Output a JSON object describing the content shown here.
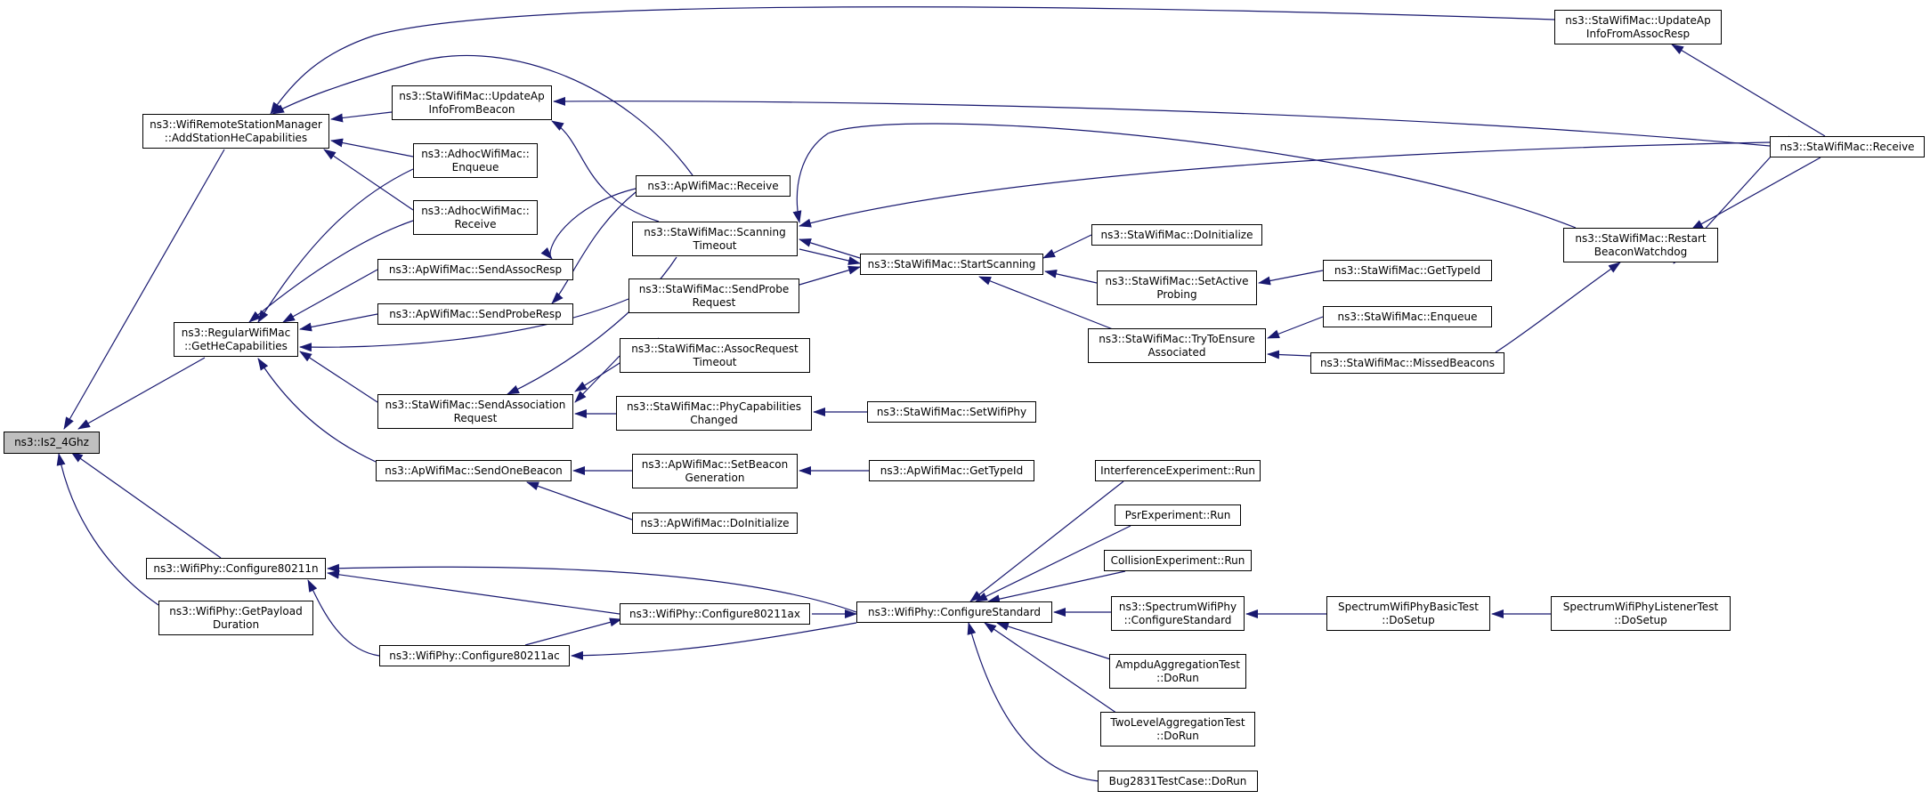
{
  "graph": {
    "colors": {
      "edge": "#191970",
      "root_fill": "#bfbfbf",
      "node_fill": "#ffffff",
      "node_border": "#000000"
    },
    "nodes": {
      "is2_4ghz": [
        "ns3::Is2_4Ghz"
      ],
      "addStationHe": [
        "ns3::WifiRemoteStationManager",
        "::AddStationHeCapabilities"
      ],
      "getHeCap": [
        "ns3::RegularWifiMac",
        "::GetHeCapabilities"
      ],
      "configure80211n": [
        "ns3::WifiPhy::Configure80211n"
      ],
      "getPayloadDuration": [
        "ns3::WifiPhy::GetPayload",
        "Duration"
      ],
      "staUpdateApBeacon": [
        "ns3::StaWifiMac::UpdateAp",
        "InfoFromBeacon"
      ],
      "adhocEnqueue": [
        "ns3::AdhocWifiMac::",
        "Enqueue"
      ],
      "adhocReceive": [
        "ns3::AdhocWifiMac::",
        "Receive"
      ],
      "apSendAssocResp": [
        "ns3::ApWifiMac::SendAssocResp"
      ],
      "apSendProbeResp": [
        "ns3::ApWifiMac::SendProbeResp"
      ],
      "staSendAssocReq": [
        "ns3::StaWifiMac::SendAssociation",
        "Request"
      ],
      "apSendOneBeacon": [
        "ns3::ApWifiMac::SendOneBeacon"
      ],
      "configure80211ac": [
        "ns3::WifiPhy::Configure80211ac"
      ],
      "apReceive": [
        "ns3::ApWifiMac::Receive"
      ],
      "staScanningTimeout": [
        "ns3::StaWifiMac::Scanning",
        "Timeout"
      ],
      "staSendProbeReq": [
        "ns3::StaWifiMac::SendProbe",
        "Request"
      ],
      "staAssocReqTimeout": [
        "ns3::StaWifiMac::AssocRequest",
        "Timeout"
      ],
      "staPhyCapChanged": [
        "ns3::StaWifiMac::PhyCapabilities",
        "Changed"
      ],
      "apSetBeaconGen": [
        "ns3::ApWifiMac::SetBeacon",
        "Generation"
      ],
      "apDoInitialize": [
        "ns3::ApWifiMac::DoInitialize"
      ],
      "configure80211ax": [
        "ns3::WifiPhy::Configure80211ax"
      ],
      "staStartScanning": [
        "ns3::StaWifiMac::StartScanning"
      ],
      "staSetWifiPhy": [
        "ns3::StaWifiMac::SetWifiPhy"
      ],
      "apGetTypeId": [
        "ns3::ApWifiMac::GetTypeId"
      ],
      "configureStandard": [
        "ns3::WifiPhy::ConfigureStandard"
      ],
      "staDoInitialize": [
        "ns3::StaWifiMac::DoInitialize"
      ],
      "staSetActiveProbing": [
        "ns3::StaWifiMac::SetActive",
        "Probing"
      ],
      "staTryToEnsure": [
        "ns3::StaWifiMac::TryToEnsure",
        "Associated"
      ],
      "interferenceRun": [
        "InterferenceExperiment::Run"
      ],
      "psrRun": [
        "PsrExperiment::Run"
      ],
      "collisionRun": [
        "CollisionExperiment::Run"
      ],
      "spectrumConfigStd": [
        "ns3::SpectrumWifiPhy",
        "::ConfigureStandard"
      ],
      "ampduDoRun": [
        "AmpduAggregationTest",
        "::DoRun"
      ],
      "twoLevelDoRun": [
        "TwoLevelAggregationTest",
        "::DoRun"
      ],
      "bug2831DoRun": [
        "Bug2831TestCase::DoRun"
      ],
      "staGetTypeId": [
        "ns3::StaWifiMac::GetTypeId"
      ],
      "staEnqueue": [
        "ns3::StaWifiMac::Enqueue"
      ],
      "staMissedBeacons": [
        "ns3::StaWifiMac::MissedBeacons"
      ],
      "spectrumBasicDoSetup": [
        "SpectrumWifiPhyBasicTest",
        "::DoSetup"
      ],
      "staRestartBeacon": [
        "ns3::StaWifiMac::Restart",
        "BeaconWatchdog"
      ],
      "spectrumListenerDoSetup": [
        "SpectrumWifiPhyListenerTest",
        "::DoSetup"
      ],
      "staUpdateApAssoc": [
        "ns3::StaWifiMac::UpdateAp",
        "InfoFromAssocResp"
      ],
      "staReceive": [
        "ns3::StaWifiMac::Receive"
      ]
    }
  }
}
